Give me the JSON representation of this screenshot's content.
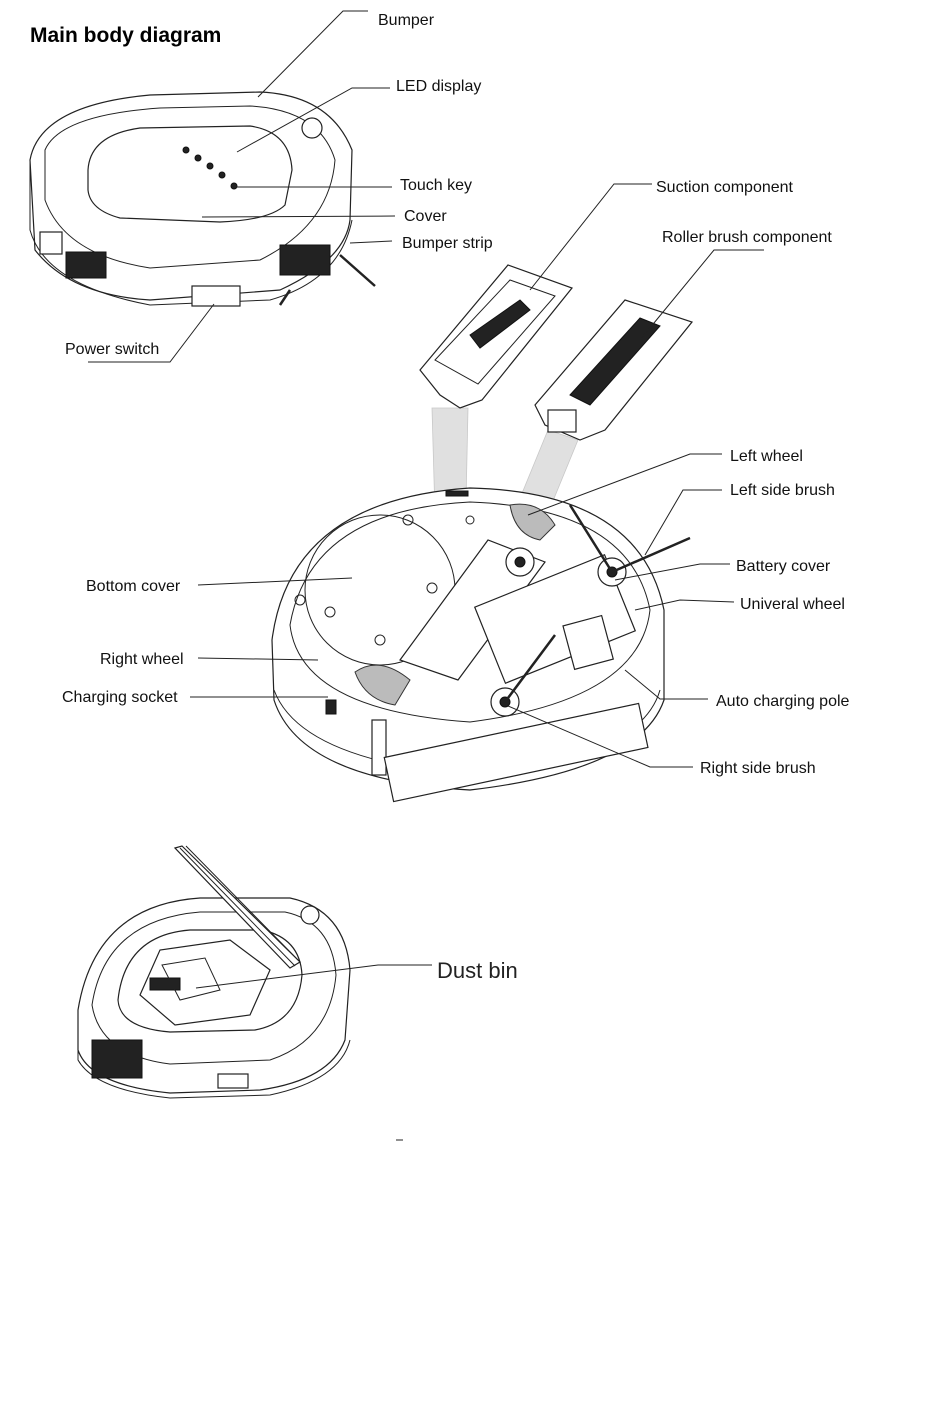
{
  "title": "Main body diagram",
  "labels": {
    "bumper": "Bumper",
    "led_display": "LED display",
    "touch_key": "Touch key",
    "cover": "Cover",
    "bumper_strip": "Bumper strip",
    "power_switch": "Power switch",
    "suction_component": "Suction component",
    "roller_brush_component": "Roller brush component",
    "left_wheel": "Left wheel",
    "left_side_brush": "Left side brush",
    "battery_cover": "Battery cover",
    "universal_wheel": "Univeral wheel",
    "bottom_cover": "Bottom cover",
    "right_wheel": "Right wheel",
    "charging_socket": "Charging socket",
    "auto_charging_pole": "Auto charging pole",
    "right_side_brush": "Right side brush",
    "dust_bin": "Dust bin"
  },
  "colors": {
    "line": "#222222",
    "background": "#ffffff"
  }
}
